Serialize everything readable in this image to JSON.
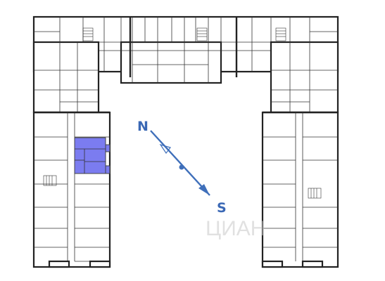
{
  "plan": {
    "highlight_color": "#7b7cf0",
    "wall_color": "#222222",
    "compass_color": "#3a68b5"
  },
  "compass": {
    "north_label": "N",
    "south_label": "S",
    "arrow_icon": "north-south-arrow-icon"
  },
  "watermark": {
    "text": "ЦИАН"
  }
}
